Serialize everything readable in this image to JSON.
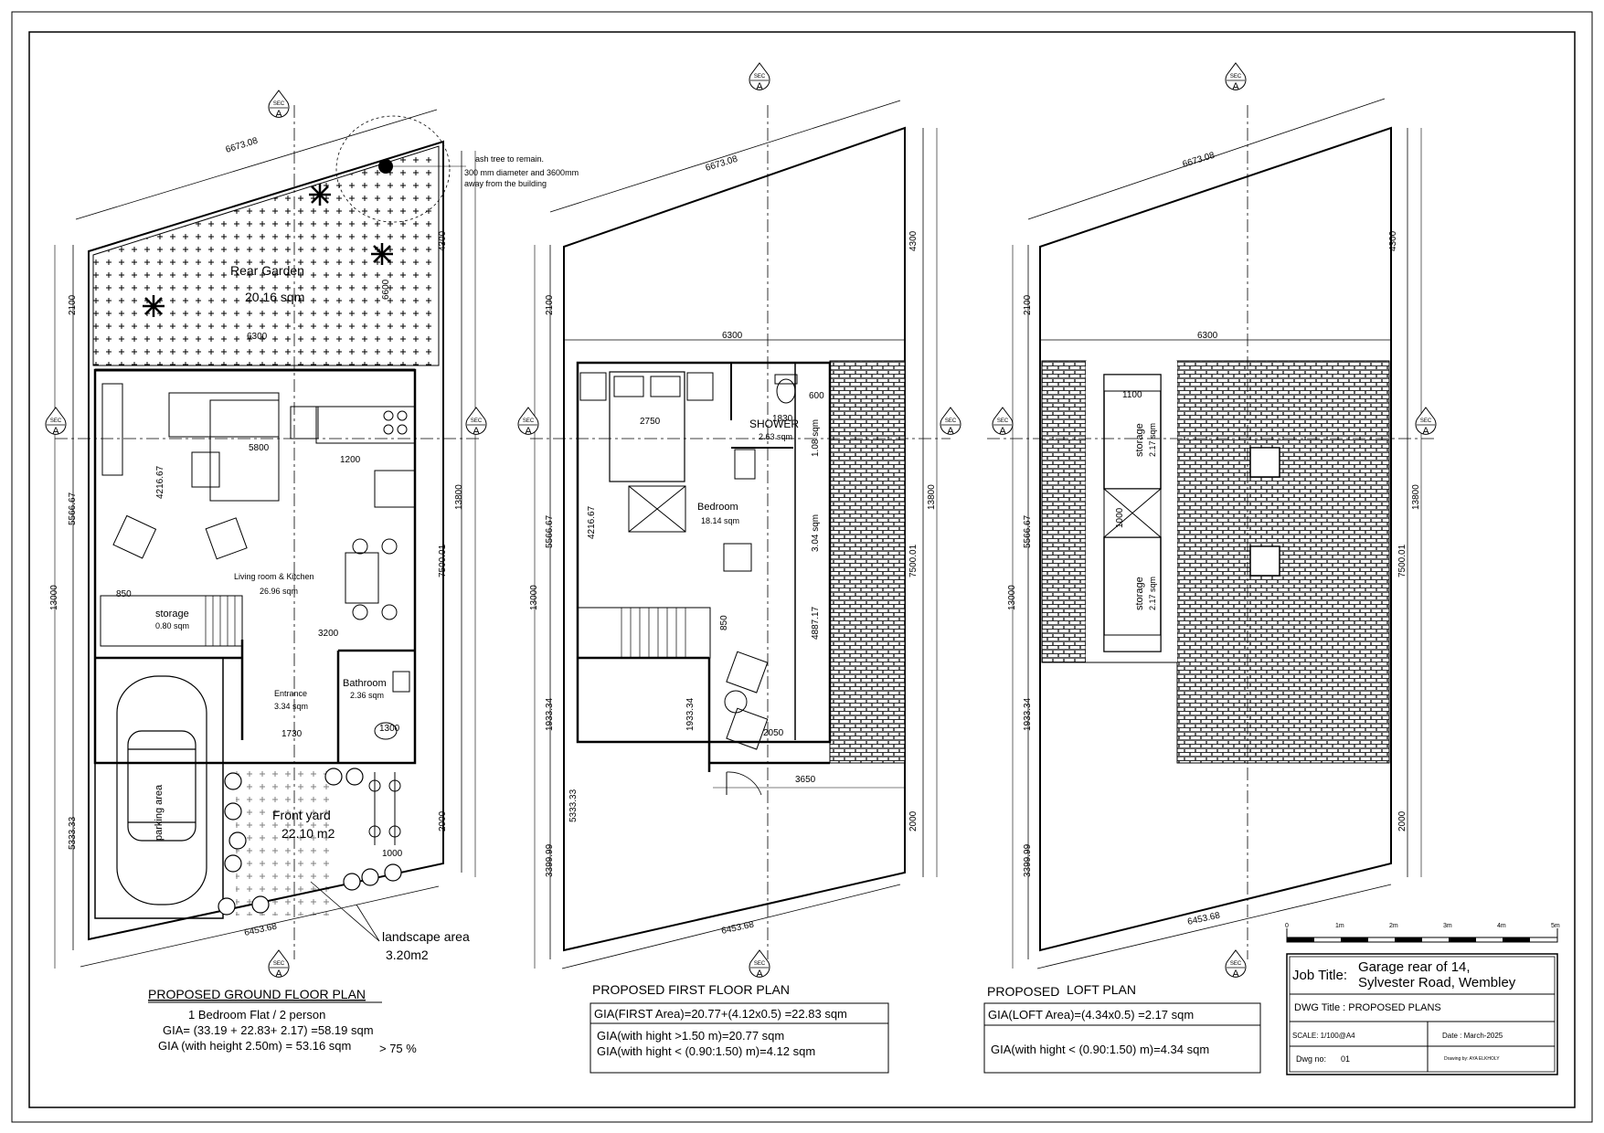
{
  "section_marker": {
    "top": "SEC",
    "letter": "A"
  },
  "ground": {
    "title": "PROPOSED GROUND FLOOR PLAN",
    "line1": "1 Bedroom Flat / 2 person",
    "line2": "GIA= (33.19 + 22.83+ 2.17) =58.19 sqm",
    "line3": "GIA (with height 2.50m) = 53.16 sqm",
    "line3b": "> 75 %",
    "rear_garden": "Rear Garden",
    "rear_garden_area": "20.16 sqm",
    "tree_note_1": "ash tree to remain.",
    "tree_note_2": "300 mm diameter  and 3600mm",
    "tree_note_3": "away  from the building",
    "living": "Living room & Kitchen",
    "living_area": "26.96 sqm",
    "storage": "storage",
    "storage_area": "0.80 sqm",
    "entrance": "Entrance",
    "entrance_area": "3.34 sqm",
    "bathroom": "Bathroom",
    "bathroom_area": "2.36 sqm",
    "parking": "parking area",
    "front_yard": "Front yard",
    "front_yard_area": "22.10 m2",
    "landscape": "landscape area",
    "landscape_area": "3.20m2",
    "dims": {
      "d6673": "6673.08",
      "d6453": "6453.68",
      "d2100": "2100",
      "d4300": "4300",
      "d6300": "6300",
      "d6600": "6600",
      "d5800": "5800",
      "d1200": "1200",
      "d4216": "4216.67",
      "d5566": "5566.67",
      "d13000": "13000",
      "d13800": "13800",
      "d7500": "7500.01",
      "d850": "850",
      "d3200": "3200",
      "d1730": "1730",
      "d1300": "1300",
      "d5333": "5333.33",
      "d2000": "2000",
      "d1000": "1000"
    }
  },
  "first": {
    "title": "PROPOSED FIRST FLOOR PLAN",
    "box1": "GIA(FIRST Area)=20.77+(4.12x0.5) =22.83 sqm",
    "box2": "GIA(with hight >1.50 m)=20.77 sqm",
    "box3": "GIA(with hight < (0.90:1.50) m)=4.12 sqm",
    "bedroom": "Bedroom",
    "bedroom_area": "18.14 sqm",
    "shower": "SHOWER",
    "shower_area": "2.63 sqm",
    "dims": {
      "d2750": "2750",
      "d600": "600",
      "d1830": "1830",
      "d108": "1.08 sqm",
      "d304": "3.04 sqm",
      "d4887": "4887.17",
      "d850": "850",
      "d1933": "1933.34",
      "d2050": "2050",
      "d3650": "3650",
      "d3399": "3399.99"
    }
  },
  "loft": {
    "title_a": "PROPOSED",
    "title_b": "LOFT PLAN",
    "box1": "GIA(LOFT Area)=(4.34x0.5) =2.17 sqm",
    "box2": "GIA(with hight < (0.90:1.50) m)=4.34 sqm",
    "storage": "storage",
    "storage_area": "2.17 sqm",
    "dims": {
      "d1100": "1100",
      "d1000": "1000"
    }
  },
  "scale_bar": {
    "ticks": [
      "0",
      "1m",
      "2m",
      "3m",
      "4m",
      "5m"
    ]
  },
  "title_block": {
    "job_label": "Job Title:",
    "job_line1": "Garage rear of 14,",
    "job_line2": "Sylvester Road, Wembley",
    "dwg_title": "DWG Title :  PROPOSED PLANS",
    "scale": "SCALE: 1/100@A4",
    "date": "Date :  March-2025",
    "dwg_no_label": "Dwg no:",
    "dwg_no": "01",
    "drawn_by": "Drawing by: AYA ELKHOLY"
  }
}
